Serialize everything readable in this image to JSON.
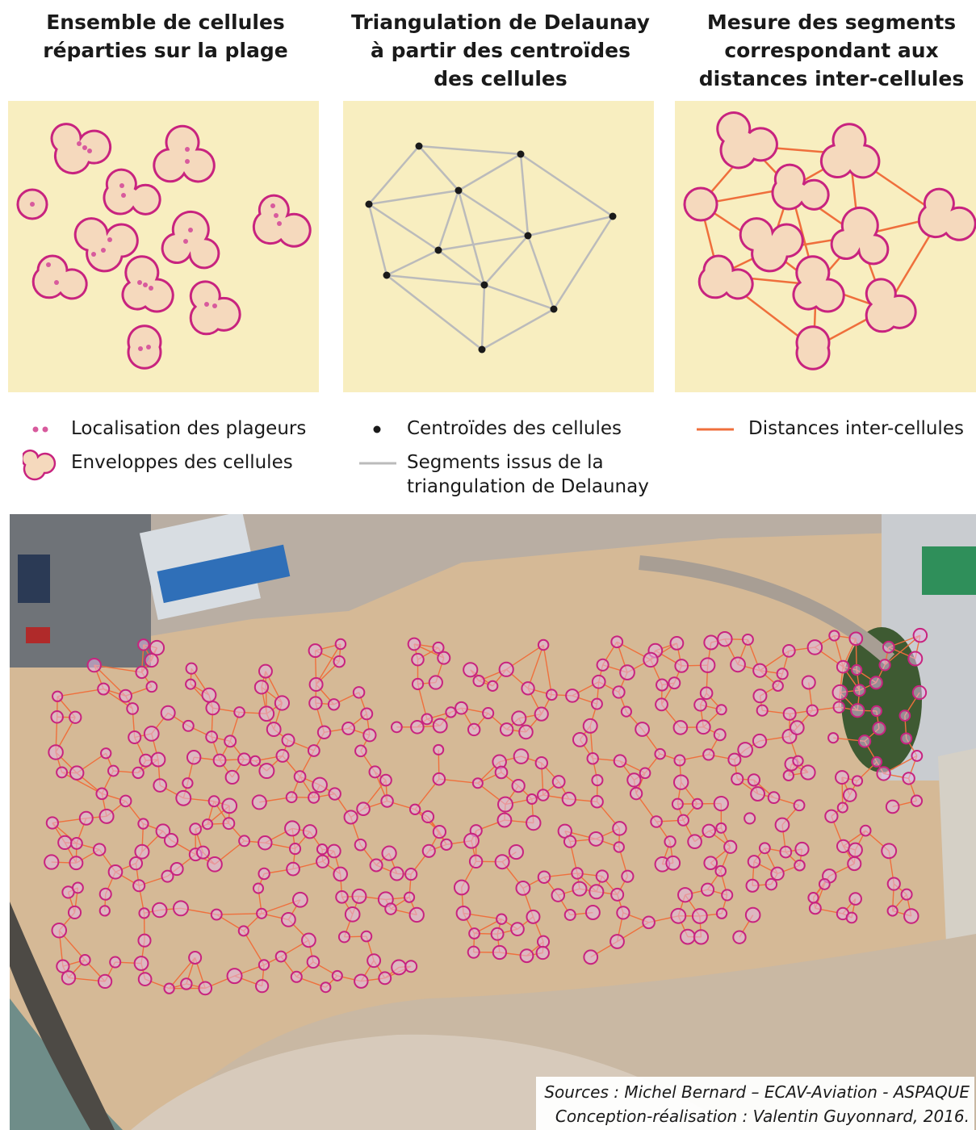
{
  "titles": {
    "cells": "Ensemble de cellules réparties sur la plage",
    "triangulation": "Triangulation de Delaunay à partir des centroïdes des cellules",
    "measure": "Mesure des segments correspondant aux distances inter-cellules"
  },
  "legend": {
    "beachgoers": "Localisation des plageurs",
    "envelopes": "Enveloppes des cellules",
    "centroids": "Centroïdes des cellules",
    "segments": "Segments issus de la triangulation de Delaunay",
    "distances": "Distances inter-cellules"
  },
  "sources": {
    "line1": "Sources : Michel Bernard – ECAV-Aviation - ASPAQUE",
    "line2": "Conception-réalisation : Valentin Guyonnard, 2016."
  },
  "colors": {
    "panel_bg": "#f8eec0",
    "cell_fill": "#f5d9bd",
    "cell_stroke": "#c8237f",
    "dot": "#d85a9d",
    "centroid": "#1a1a1a",
    "delaunay_segment": "#bbbbbb",
    "distance_segment": "#ef6f3c"
  }
}
